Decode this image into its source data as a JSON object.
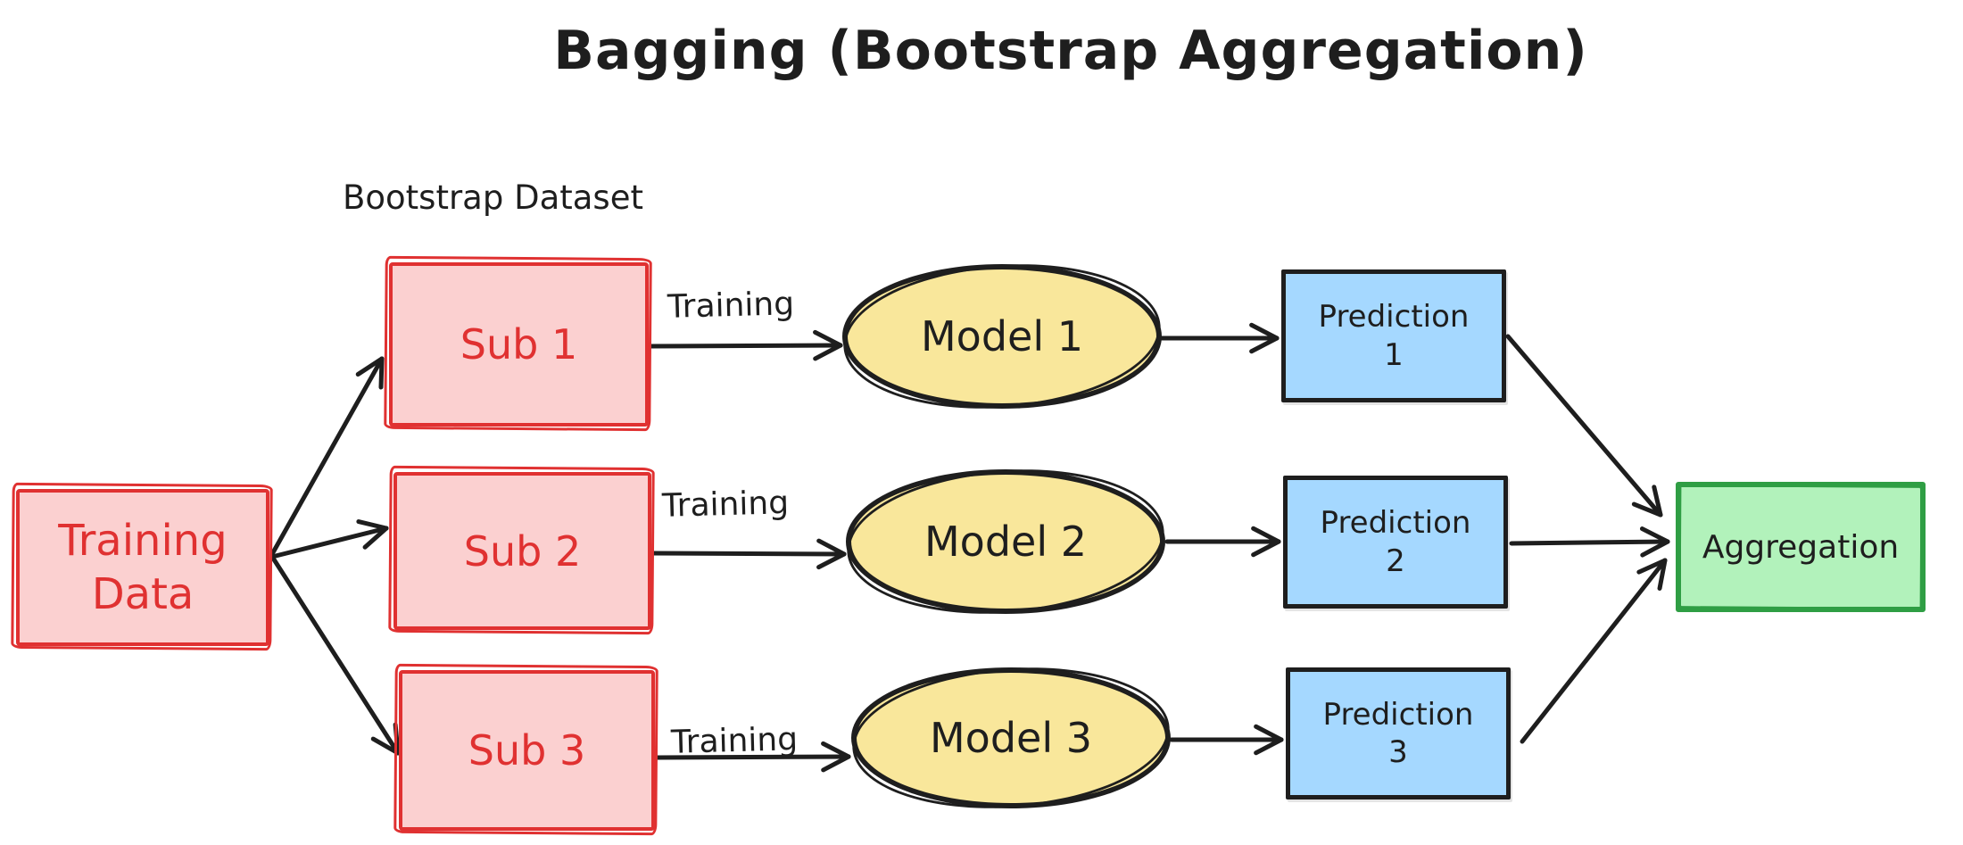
{
  "title": "Bagging (Bootstrap Aggregation)",
  "labels": {
    "bootstrap_dataset": "Bootstrap Dataset",
    "training_arrow": "Training"
  },
  "nodes": {
    "training_data": {
      "line1": "Training",
      "line2": "Data"
    },
    "subs": [
      {
        "label": "Sub 1"
      },
      {
        "label": "Sub 2"
      },
      {
        "label": "Sub 3"
      }
    ],
    "models": [
      {
        "label": "Model 1"
      },
      {
        "label": "Model 2"
      },
      {
        "label": "Model 3"
      }
    ],
    "predictions": [
      {
        "line1": "Prediction",
        "line2": "1"
      },
      {
        "line1": "Prediction",
        "line2": "2"
      },
      {
        "line1": "Prediction",
        "line2": "3"
      }
    ],
    "aggregation": {
      "label": "Aggregation"
    }
  },
  "colors": {
    "background": "#ffffff",
    "black_stroke": "#1e1e1e",
    "red_stroke": "#e03131",
    "red_fill": "#fbd0d0",
    "yellow_fill": "#f9e79b",
    "blue_fill": "#a5d8ff",
    "green_stroke": "#2f9e44",
    "green_fill": "#b2f2bb"
  }
}
